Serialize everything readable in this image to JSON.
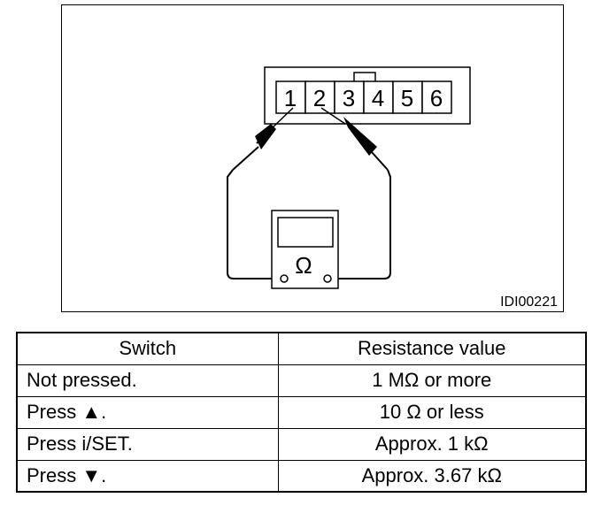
{
  "diagram": {
    "connector_pins": [
      "1",
      "2",
      "3",
      "4",
      "5",
      "6"
    ],
    "meter_symbol": "Ω",
    "figure_id": "IDI00221"
  },
  "table": {
    "headers": [
      "Switch",
      "Resistance value"
    ],
    "rows": [
      {
        "switch_text": "Not pressed.",
        "switch_icon": "",
        "switch_suffix": "",
        "value": "1 MΩ or more"
      },
      {
        "switch_text": "Press ",
        "switch_icon": "▲",
        "switch_suffix": ".",
        "value": "10 Ω or less"
      },
      {
        "switch_text": "Press i/SET.",
        "switch_icon": "",
        "switch_suffix": "",
        "value": "Approx. 1 kΩ"
      },
      {
        "switch_text": "Press ",
        "switch_icon": "▼",
        "switch_suffix": ".",
        "value": "Approx. 3.67 kΩ"
      }
    ]
  }
}
